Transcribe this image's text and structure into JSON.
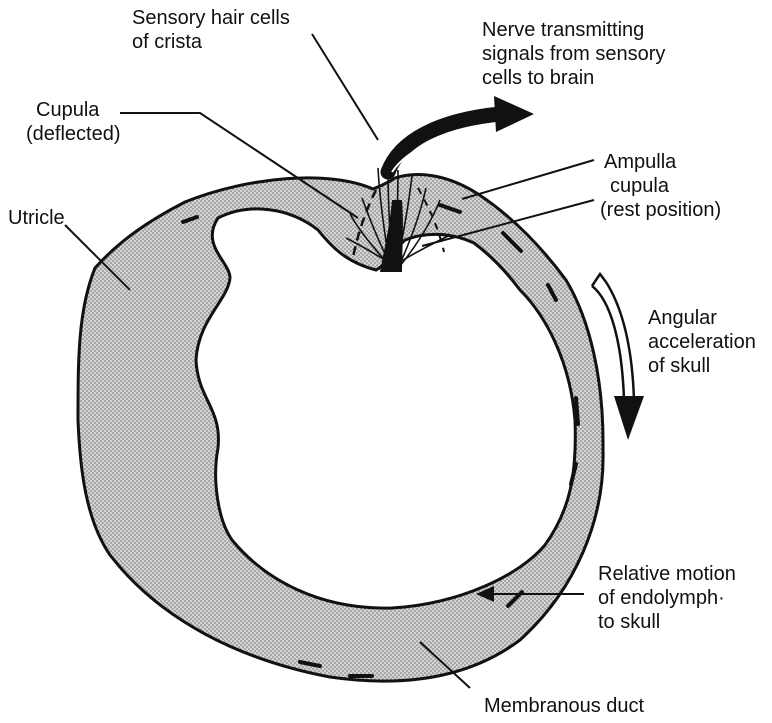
{
  "labels": {
    "sensory_hair_cells": [
      "Sensory hair cells",
      "of crista"
    ],
    "nerve": [
      "Nerve transmitting",
      "signals from sensory",
      "cells to brain"
    ],
    "cupula_deflected": [
      "Cupula",
      "(deflected)"
    ],
    "ampulla": [
      "Ampulla",
      "cupula",
      "(rest position)"
    ],
    "utricle": [
      "Utricle"
    ],
    "angular_acceleration": [
      "Angular",
      "acceleration",
      "of skull"
    ],
    "relative_motion": [
      "Relative motion",
      "of endolymph·",
      "to skull"
    ],
    "membranous_duct": [
      "Membranous duct"
    ]
  },
  "colors": {
    "ink": "#111111",
    "fill_base": "#d4d4d4",
    "fill_dot": "#6a6a6a",
    "paper": "#ffffff"
  }
}
